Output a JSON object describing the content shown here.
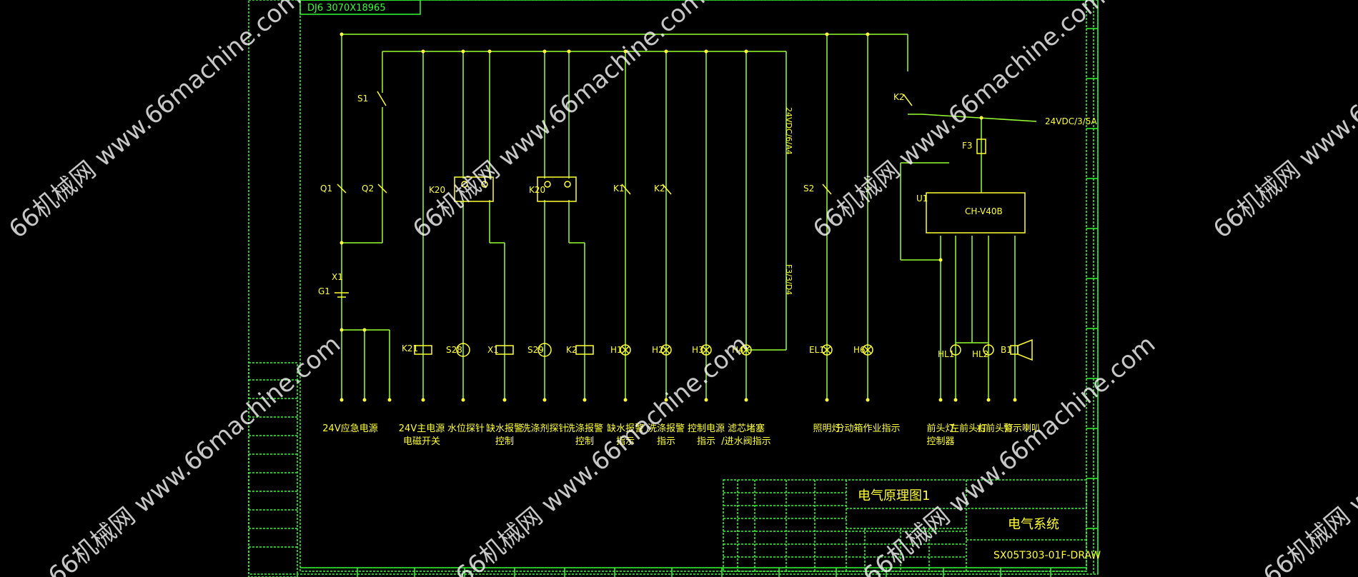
{
  "title_block": {
    "drawing_title": "电气原理图1",
    "drawing_name": "电气系统",
    "drawing_number": "SX05T303-01F-DRAW",
    "header_code": "DJ6 3070X18965"
  },
  "sections": [
    {
      "id": "power",
      "label": "24V应急电源"
    },
    {
      "id": "main_switch",
      "label": "24V主电源\n电磁开关"
    },
    {
      "id": "water_level",
      "label": "水位探针"
    },
    {
      "id": "water_alarm",
      "label": "缺水报警\n控制"
    },
    {
      "id": "wash_probe",
      "label": "洗涤剂探针"
    },
    {
      "id": "wash_alarm",
      "label": "洗涤报警\n控制"
    },
    {
      "id": "water_alarm_ind",
      "label": "缺水报警\n指示"
    },
    {
      "id": "wash_alarm_ind",
      "label": "洗涤报警\n指示"
    },
    {
      "id": "control_power",
      "label": "控制电源\n指示"
    },
    {
      "id": "filter_valve",
      "label": "滤芯堵塞\n/进水阀指示"
    },
    {
      "id": "lighting",
      "label": "照明灯"
    },
    {
      "id": "work_indicator",
      "label": "分动箱作业指示"
    },
    {
      "id": "head_controller",
      "label": "前头灯\n控制器"
    },
    {
      "id": "left_light",
      "label": "左前头灯"
    },
    {
      "id": "right_light",
      "label": "右前头灯"
    },
    {
      "id": "horn",
      "label": "警示喇叭"
    }
  ],
  "components": {
    "K21": "K21",
    "S28": "S28",
    "X1": "X1",
    "S29": "S29",
    "K2": "K2",
    "H1": "H1",
    "H2": "H2",
    "H3": "H3",
    "H4": "H4",
    "EL1": "EL1",
    "H6": "H6",
    "HL1": "HL1",
    "HL2": "HL2",
    "B1": "B1",
    "S1": "S1",
    "S2": "S2",
    "Q1": "Q1",
    "Q2": "Q2",
    "G1": "G1",
    "U1": "U1",
    "F3": "F3",
    "X1b": "X1",
    "K1": "K1",
    "K2b": "K2",
    "K20": "K20",
    "K2c": "K2",
    "U1_type": "CH-V40B",
    "out_label": "24VDC/3/5A",
    "net_vert": "24VDC/6/A4",
    "net_f3": "F3/3/D4"
  },
  "watermark": {
    "text": "66机械网 www.66machine.com"
  },
  "colors": {
    "background": "#000000",
    "frame": "#33ff33",
    "wire": "#99ff33",
    "label": "#ffff33",
    "white": "#ffffff"
  }
}
